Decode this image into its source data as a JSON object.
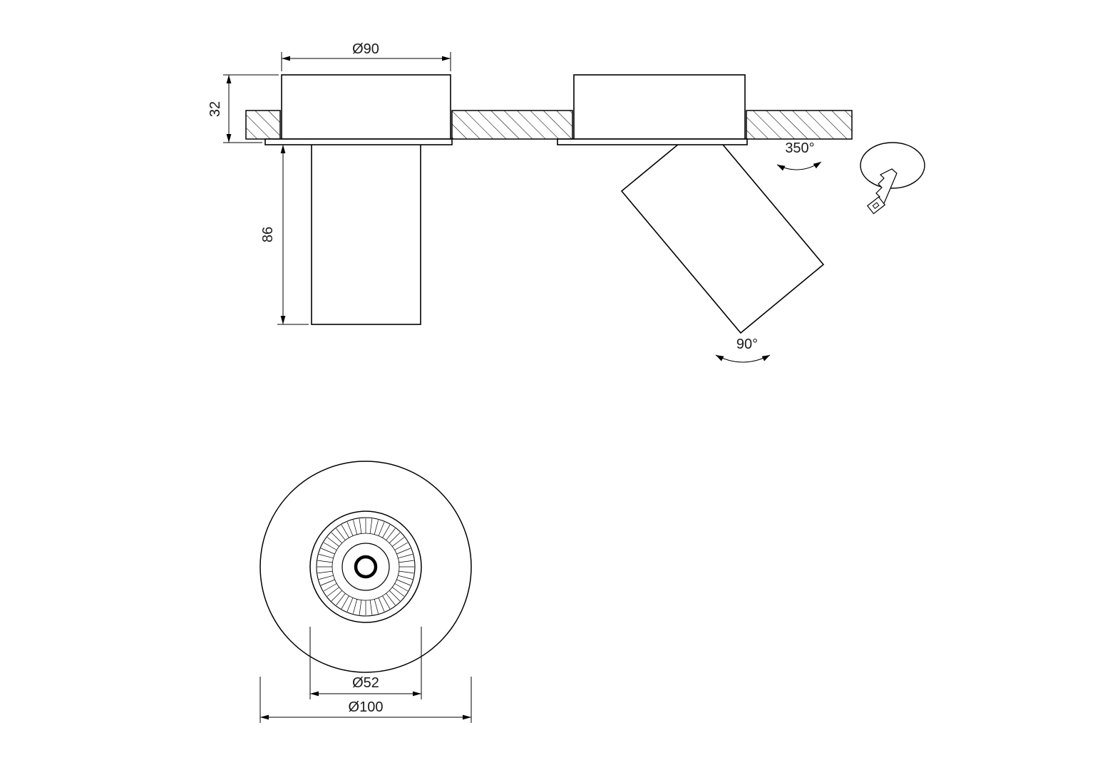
{
  "colors": {
    "line": "#000000",
    "background": "#ffffff"
  },
  "side_view": {
    "head_width_label": "Ø90",
    "recess_height_label": "32",
    "body_length_label": "86"
  },
  "tilted_view": {
    "rotation_label": "350°",
    "tilt_label": "90°"
  },
  "bottom_view": {
    "inner_diameter_label": "Ø52",
    "outer_diameter_label": "Ø100"
  }
}
